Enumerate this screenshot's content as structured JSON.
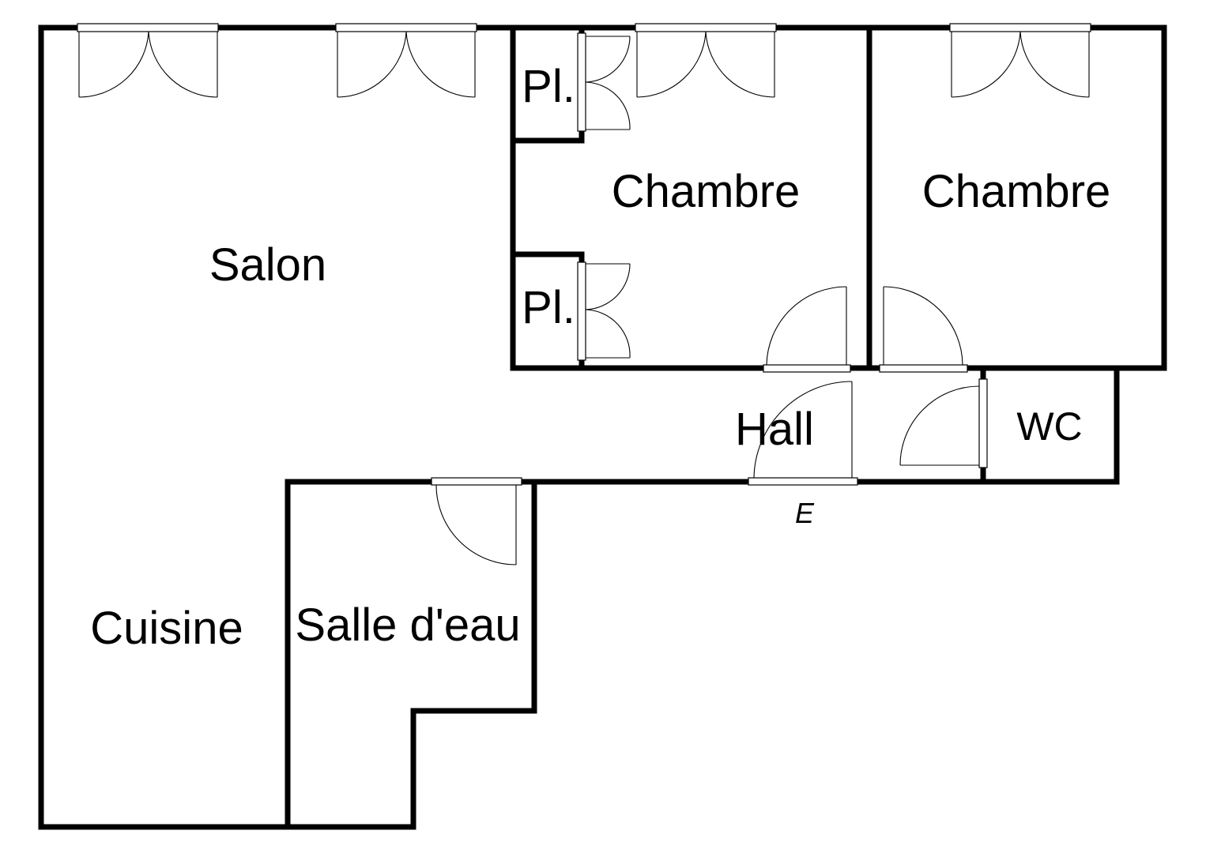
{
  "rooms": {
    "salon": "Salon",
    "chambre_1": "Chambre",
    "chambre_2": "Chambre",
    "placard_1": "Pl.",
    "placard_2": "Pl.",
    "hall": "Hall",
    "wc": "WC",
    "cuisine": "Cuisine",
    "salle_deau": "Salle d'eau"
  },
  "entrance": "E"
}
